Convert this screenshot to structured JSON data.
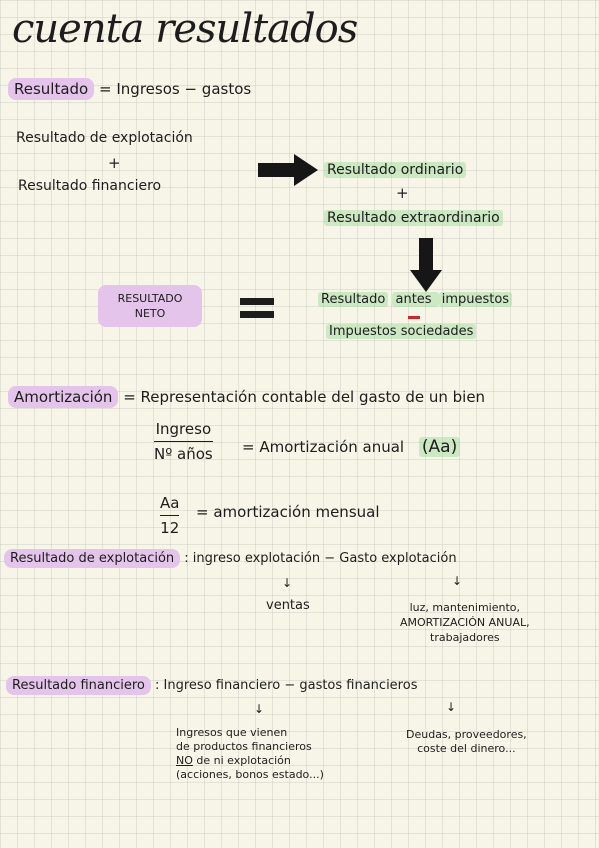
{
  "title": "cuenta resultados",
  "sec1": {
    "label": "Resultado",
    "equation": "= Ingresos − gastos",
    "left_a": "Resultado de explotación",
    "plus_1": "+",
    "left_b": "Resultado financiero",
    "right_a": "Resultado ordinario",
    "plus_2": "+",
    "right_b": "Resultado extraordinario"
  },
  "neto": {
    "line1": "RESULTADO",
    "line2": "NETO",
    "right_a_1": "Resultado",
    "right_a_2": "antes",
    "right_a_3": "impuestos",
    "right_b": "Impuestos sociedades"
  },
  "amort": {
    "label": "Amortización",
    "definition": "= Representación contable del gasto de un bien",
    "frac1_num": "Ingreso",
    "frac1_den": "Nº años",
    "frac1_result": "= Amortización anual",
    "aa_label": "(Aa)",
    "frac2_num": "Aa",
    "frac2_den": "12",
    "frac2_result": "= amortización mensual"
  },
  "explot": {
    "label": "Resultado de explotación",
    "formula": ": ingreso explotación − Gasto explotación",
    "arrow_left": "↓",
    "arrow_right": "↓",
    "sub_left": "ventas",
    "sub_right_1": "luz, mantenimiento,",
    "sub_right_2": "AMORTIZACIÓN ANUAL,",
    "sub_right_3": "trabajadores"
  },
  "financ": {
    "label": "Resultado financiero",
    "formula": ": Ingreso financiero − gastos financieros",
    "arrow_left": "↓",
    "arrow_right": "↓",
    "left_1": "Ingresos que vienen",
    "left_2": "de productos financieros",
    "left_3a": "NO",
    "left_3b": "de ni explotación",
    "left_4": "(acciones, bonos estado...)",
    "right_1": "Deudas, proveedores,",
    "right_2": "coste del dinero..."
  }
}
